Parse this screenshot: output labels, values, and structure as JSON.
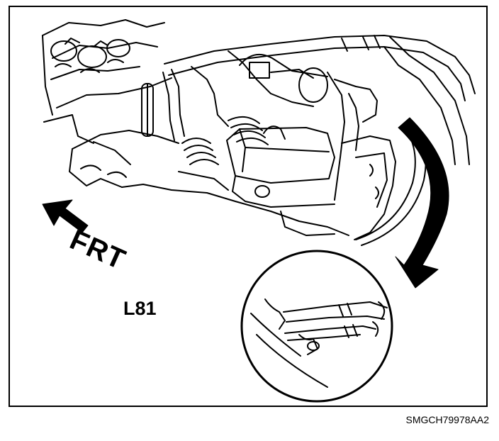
{
  "labels": {
    "front_direction": "FRT",
    "engine_code": "L81",
    "figure_code": "SMGCH79978AA2"
  },
  "icons": {
    "front_arrow": "direction-arrow-icon",
    "rotation_arrow": "curved-arrow-icon"
  },
  "colors": {
    "line": "#000000",
    "background": "#ffffff"
  }
}
